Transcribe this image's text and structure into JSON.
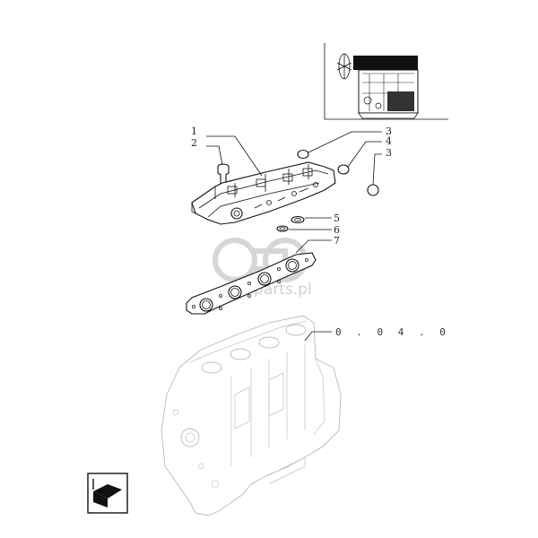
{
  "callouts": {
    "c1": "1",
    "c2": "2",
    "c3a": "3",
    "c4": "4",
    "c3b": "3",
    "c5": "5",
    "c6": "6",
    "c7": "7"
  },
  "reference_group": "0 . 0 4 . 0",
  "watermark": "cnh-parts.pl",
  "icons": {
    "engine_thumbnail": "engine-thumbnail-icon",
    "navigation": "return-arrow-icon"
  },
  "colors": {
    "line": "#111111",
    "ghost_line": "#b9b9b9",
    "watermark": "#cfcfcf"
  }
}
